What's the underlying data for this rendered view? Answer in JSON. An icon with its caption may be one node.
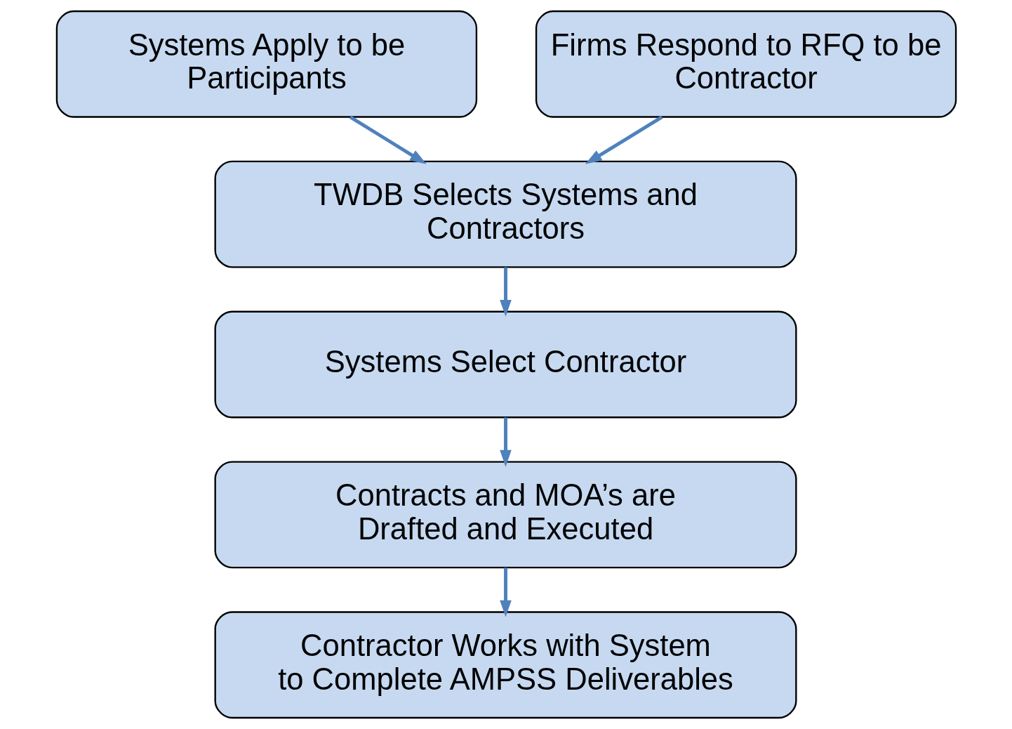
{
  "diagram": {
    "nodes": [
      {
        "text": [
          "Systems Apply to be Participants"
        ]
      },
      {
        "text": [
          "Firms Respond to RFQ to be Contractor"
        ]
      },
      {
        "text": [
          "TWDB Selects Systems and Contractors"
        ]
      },
      {
        "text": [
          "Systems Select Contractor"
        ]
      },
      {
        "text": [
          "Contracts and MOA’s are Drafted and Executed"
        ]
      },
      {
        "text": [
          "Contractor Works with System to Complete AMPSS Deliverables"
        ]
      }
    ],
    "edges": [
      {
        "from": 0,
        "to": 2,
        "arrow": "to"
      },
      {
        "from": 1,
        "to": 2,
        "arrow": "to"
      },
      {
        "from": 2,
        "to": 3,
        "arrow": "to"
      },
      {
        "from": 3,
        "to": 4,
        "arrow": "to"
      },
      {
        "from": 4,
        "to": 5,
        "arrow": "to"
      }
    ]
  }
}
